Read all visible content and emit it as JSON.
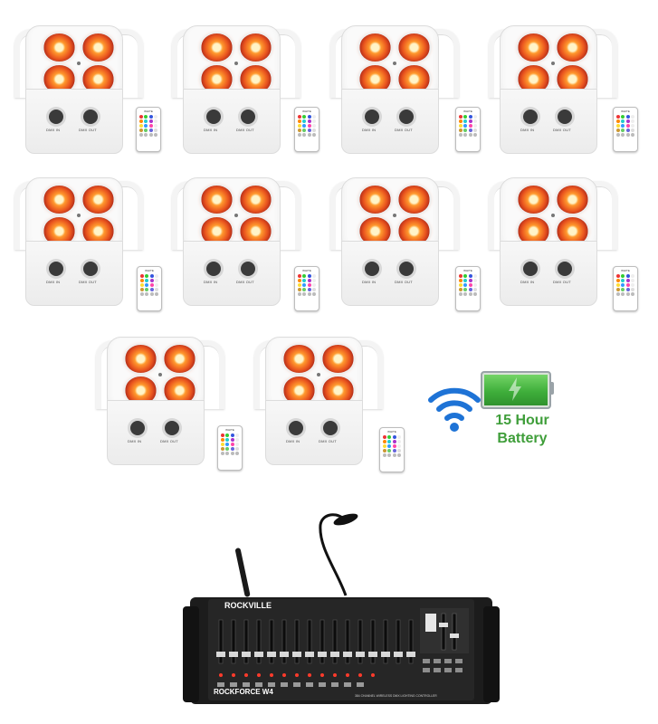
{
  "fixtures": [
    {
      "port_in": "DMX IN",
      "port_out": "DMX OUT"
    },
    {
      "port_in": "DMX IN",
      "port_out": "DMX OUT"
    },
    {
      "port_in": "DMX IN",
      "port_out": "DMX OUT"
    },
    {
      "port_in": "DMX IN",
      "port_out": "DMX OUT"
    },
    {
      "port_in": "DMX IN",
      "port_out": "DMX OUT"
    },
    {
      "port_in": "DMX IN",
      "port_out": "DMX OUT"
    },
    {
      "port_in": "DMX IN",
      "port_out": "DMX OUT"
    },
    {
      "port_in": "DMX IN",
      "port_out": "DMX OUT"
    },
    {
      "port_in": "DMX IN",
      "port_out": "DMX OUT"
    },
    {
      "port_in": "DMX IN",
      "port_out": "DMX OUT"
    }
  ],
  "remote": {
    "label": "WHITE"
  },
  "battery": {
    "line1": "15 Hour",
    "line2": "Battery"
  },
  "console": {
    "brand": "ROCKVILLE",
    "model": "ROCKFORCE W4",
    "subtitle": "384 CHANNEL WIRELESS DMX LIGHTING CONTROLLER"
  },
  "colors": {
    "battery_text": "#3f9e3a",
    "wifi_blue": "#1e73d6",
    "led_orange": "#e9541e"
  }
}
